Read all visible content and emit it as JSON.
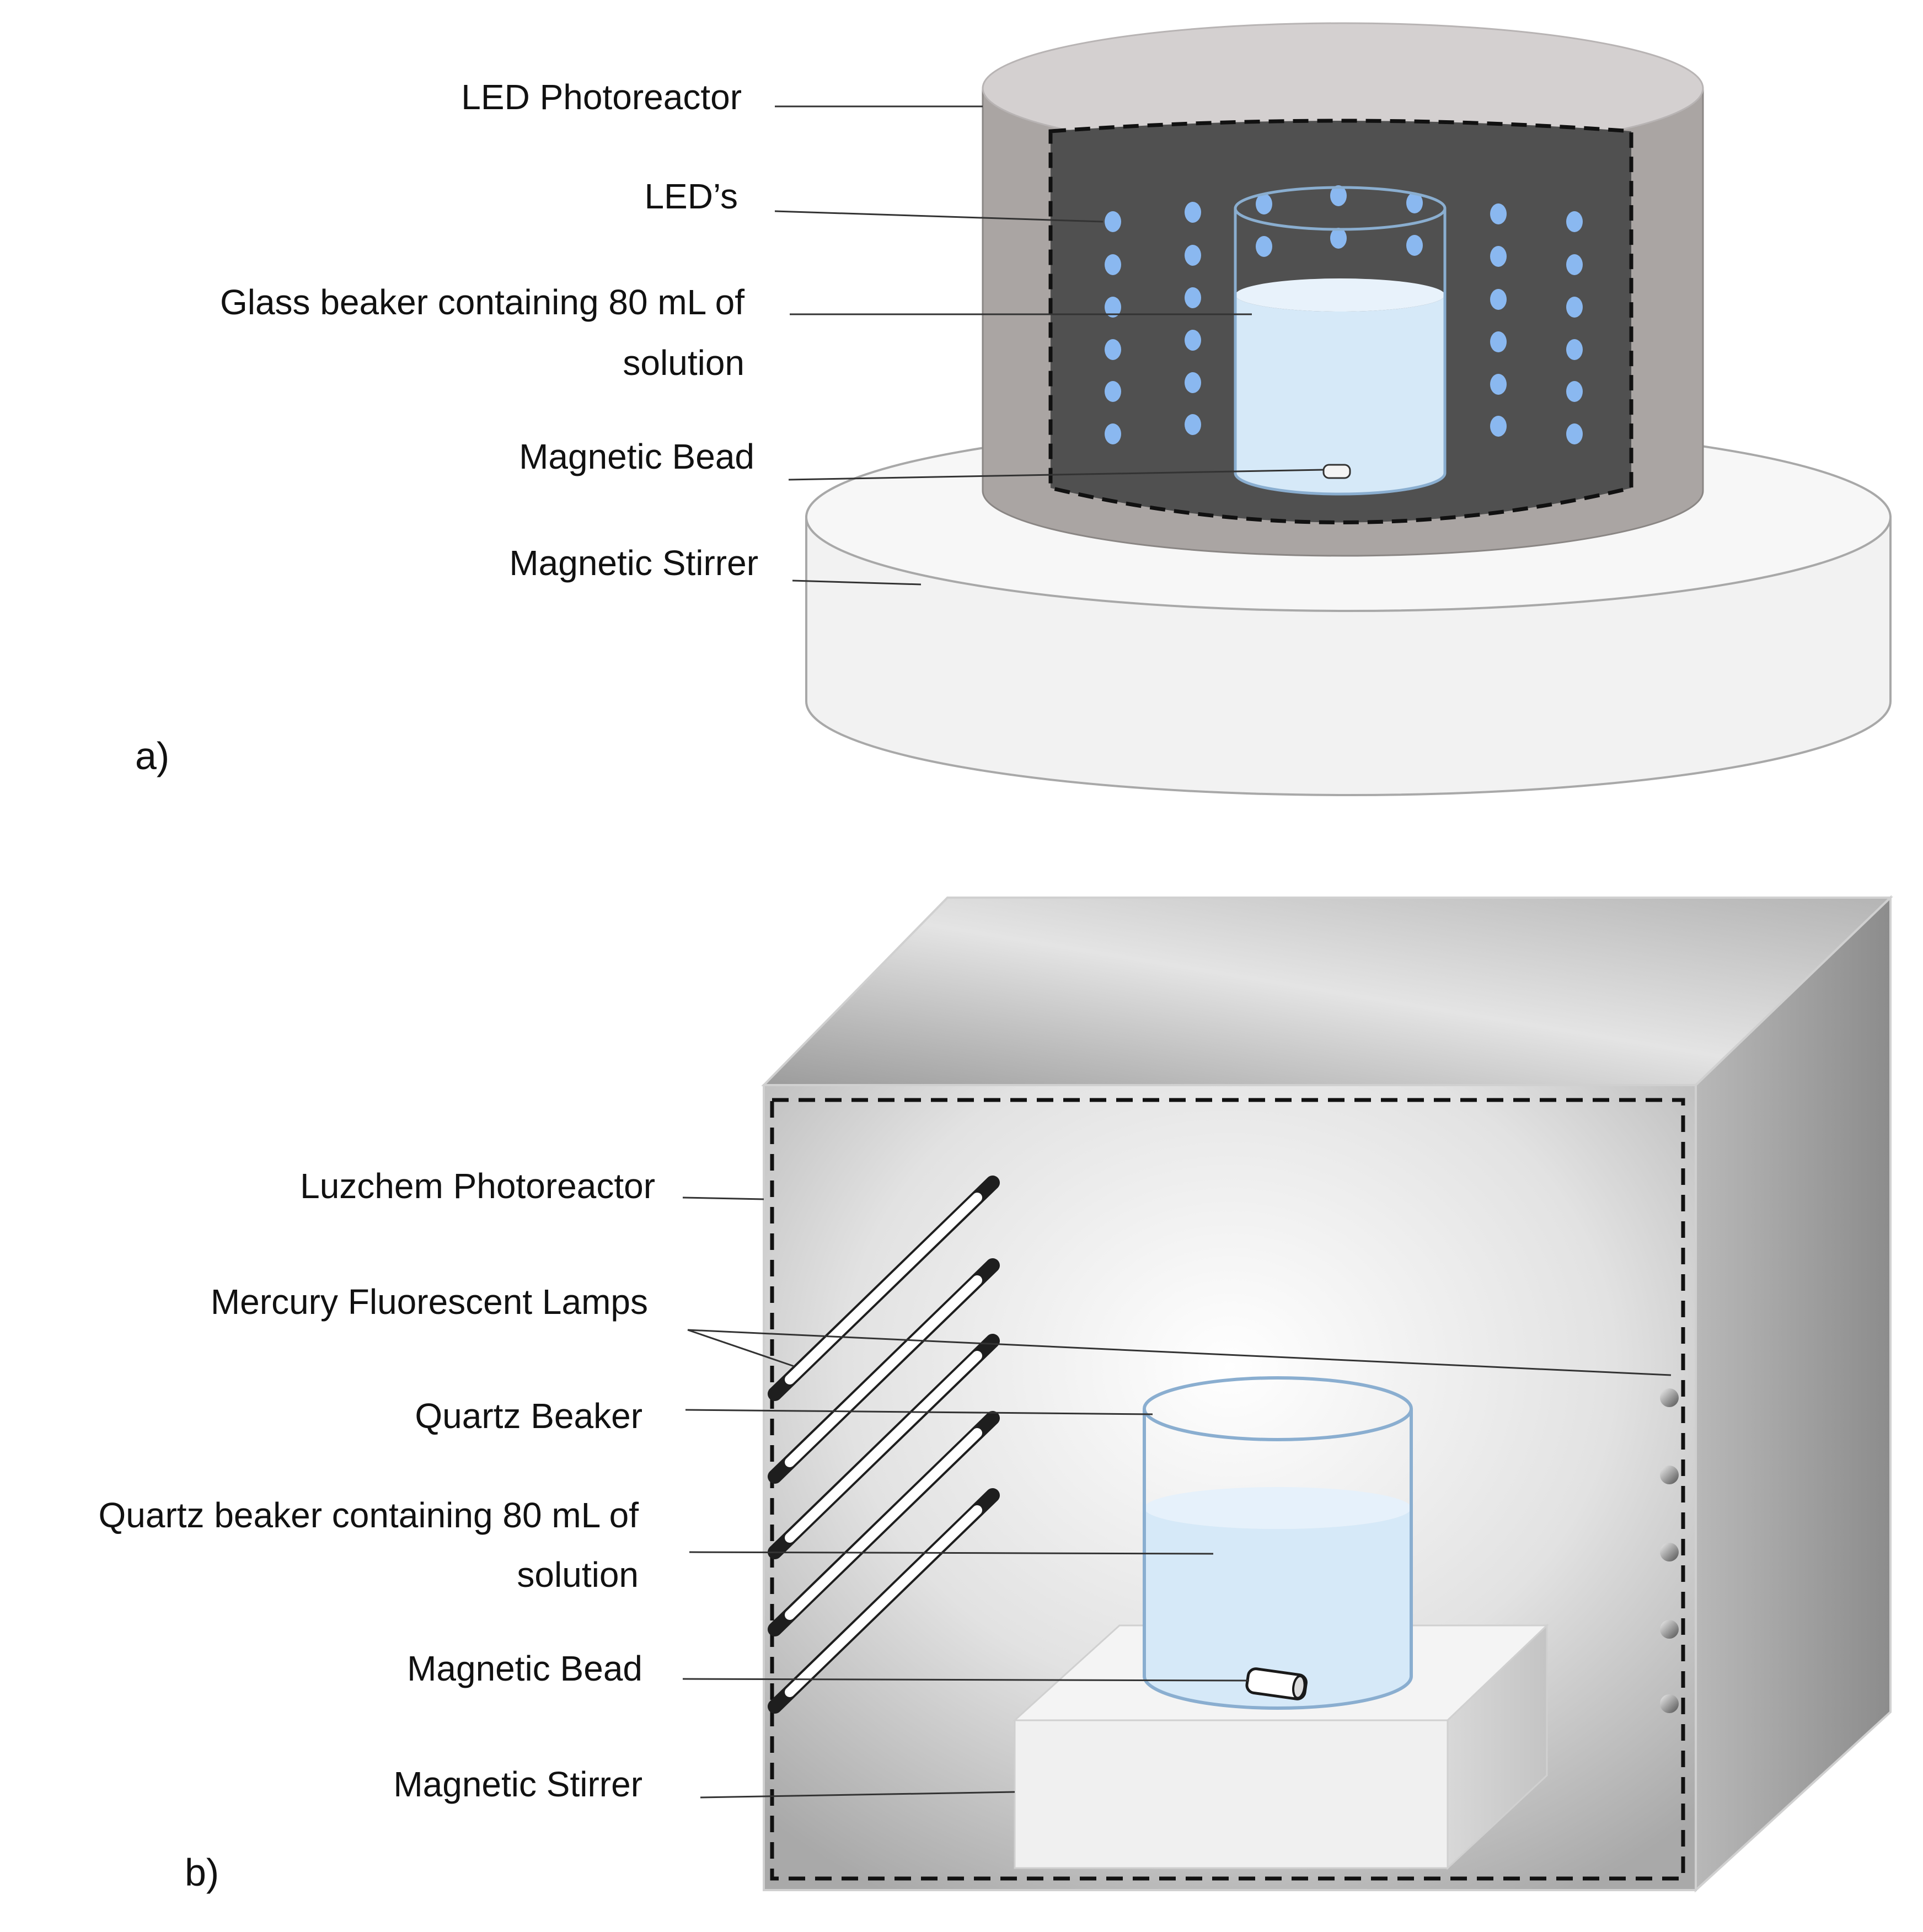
{
  "panel_a": {
    "label": "a)",
    "callouts": {
      "led_photoreactor": "LED Photoreactor",
      "leds": "LED’s",
      "glass_beaker_line1": "Glass beaker containing 80 mL of",
      "glass_beaker_line2": "solution",
      "magnetic_bead": "Magnetic Bead",
      "magnetic_stirrer": "Magnetic Stirrer"
    },
    "colors": {
      "photoreactor_body": "#aaa5a3",
      "photoreactor_top": "#d4d0d0",
      "inner_chamber": "#505050",
      "led": "#8ab8f0",
      "solution": "#d6e9f8",
      "stirrer": "#f2f2f2"
    }
  },
  "panel_b": {
    "label": "b)",
    "callouts": {
      "luzchem_photoreactor": "Luzchem Photoreactor",
      "mercury_lamps": "Mercury Fluorescent Lamps",
      "quartz_beaker": "Quartz Beaker",
      "quartz_beaker_solution_line1": "Quartz beaker containing 80 mL of",
      "quartz_beaker_solution_line2": "solution",
      "magnetic_bead": "Magnetic Bead",
      "magnetic_stirrer": "Magnetic Stirrer"
    },
    "colors": {
      "cabinet_light": "#f2f2f2",
      "cabinet_dark": "#9a9a9a",
      "solution": "#d6e9f8",
      "stirrer": "#f0f0f0"
    }
  }
}
